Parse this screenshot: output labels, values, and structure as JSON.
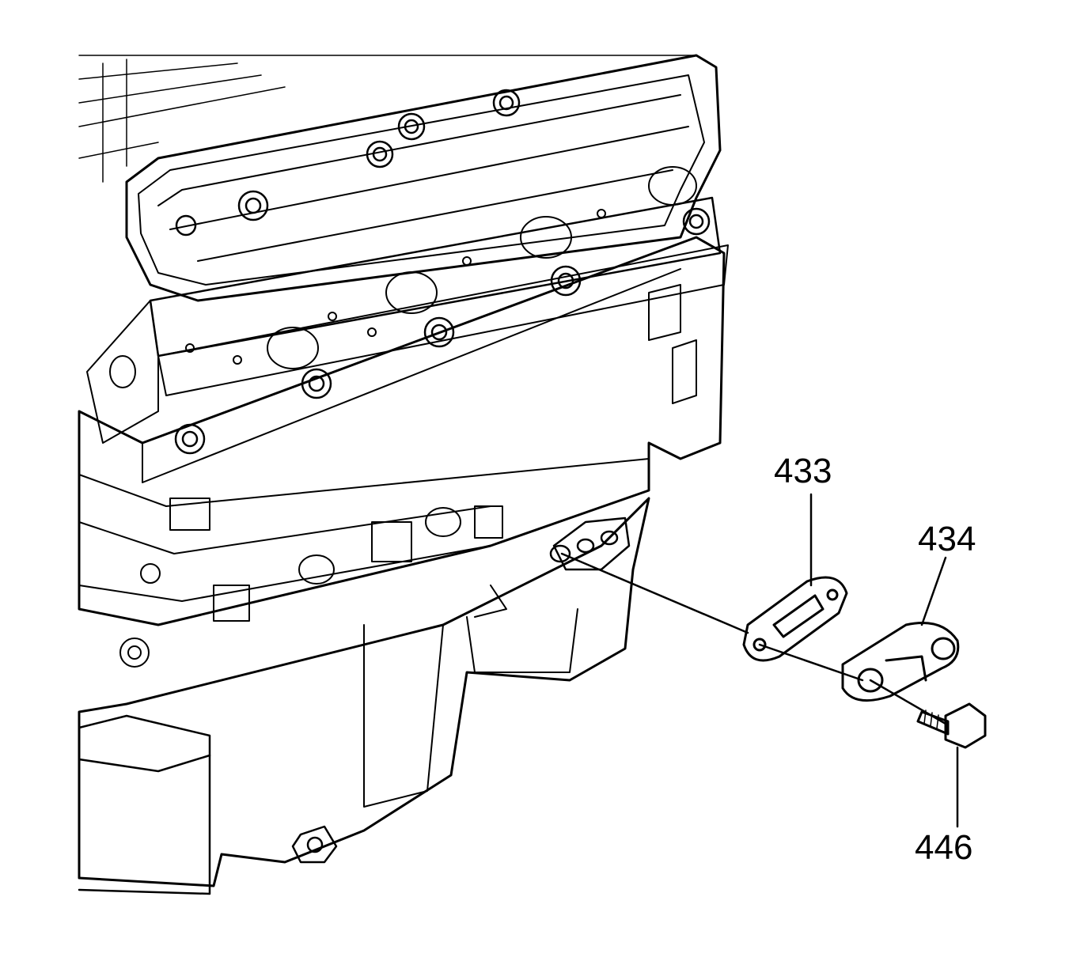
{
  "callouts": [
    {
      "id": "433",
      "label": "433"
    },
    {
      "id": "434",
      "label": "434"
    },
    {
      "id": "446",
      "label": "446"
    }
  ],
  "colors": {
    "line": "#000000",
    "background": "#ffffff"
  }
}
